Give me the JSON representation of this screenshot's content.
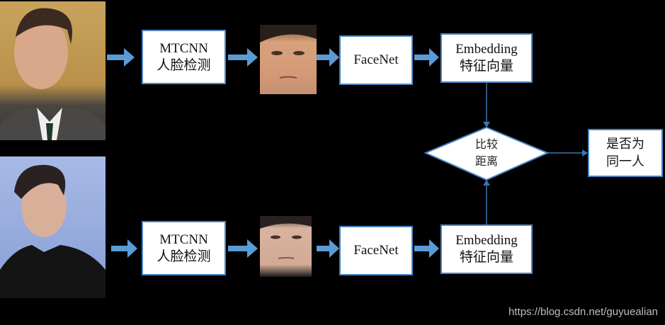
{
  "rows": [
    {
      "input_photo": "person-photo-1",
      "detect": {
        "line1": "MTCNN",
        "line2": "人脸检测"
      },
      "crop_photo": "face-crop-1",
      "model": {
        "label": "FaceNet"
      },
      "embedding": {
        "line1": "Embedding",
        "line2": "特征向量"
      }
    },
    {
      "input_photo": "person-photo-2",
      "detect": {
        "line1": "MTCNN",
        "line2": "人脸检测"
      },
      "crop_photo": "face-crop-2",
      "model": {
        "label": "FaceNet"
      },
      "embedding": {
        "line1": "Embedding",
        "line2": "特征向量"
      }
    }
  ],
  "compare": {
    "line1": "比较",
    "line2": "距离"
  },
  "result": {
    "line1": "是否为",
    "line2": "同一人"
  },
  "watermark": "https://blog.csdn.net/guyuealian",
  "colors": {
    "arrow": "#5b9bd5",
    "border": "#4a86c4",
    "line": "#3d74b0"
  }
}
